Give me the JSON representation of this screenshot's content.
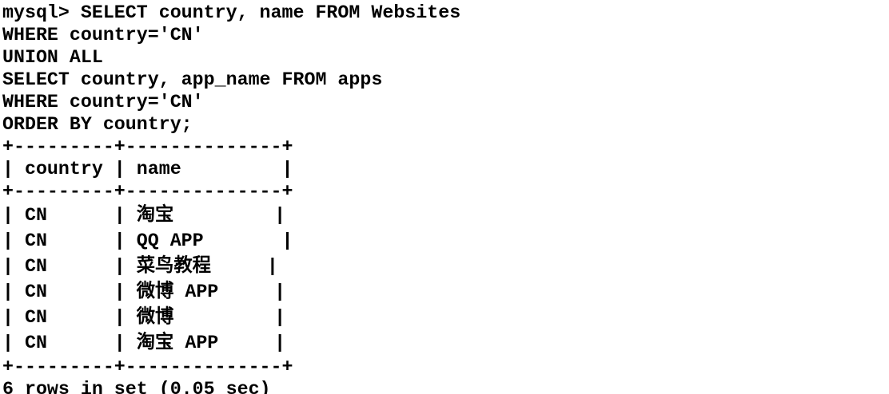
{
  "colors": {
    "background": "#ffffff",
    "text": "#000000"
  },
  "terminal": {
    "prompt": "mysql>",
    "query_lines": [
      "mysql> SELECT country, name FROM Websites",
      "WHERE country='CN'",
      "UNION ALL",
      "SELECT country, app_name FROM apps",
      "WHERE country='CN'",
      "ORDER BY country;"
    ],
    "result_table": {
      "columns": [
        "country",
        "name"
      ],
      "rows": [
        [
          "CN",
          "淘宝"
        ],
        [
          "CN",
          "QQ APP"
        ],
        [
          "CN",
          "菜鸟教程"
        ],
        [
          "CN",
          "微博 APP"
        ],
        [
          "CN",
          "微博"
        ],
        [
          "CN",
          "淘宝 APP"
        ]
      ],
      "border_line": "+---------+--------------+",
      "header_line": "| country | name         |",
      "row_lines": [
        "| CN      | 淘宝         |",
        "| CN      | QQ APP       |",
        "| CN      | 菜鸟教程     |",
        "| CN      | 微博 APP     |",
        "| CN      | 微博         |",
        "| CN      | 淘宝 APP     |"
      ]
    },
    "status": {
      "row_count": "6",
      "elapsed_seconds": "0.05",
      "line": "6 rows in set (0.05 sec)"
    }
  }
}
